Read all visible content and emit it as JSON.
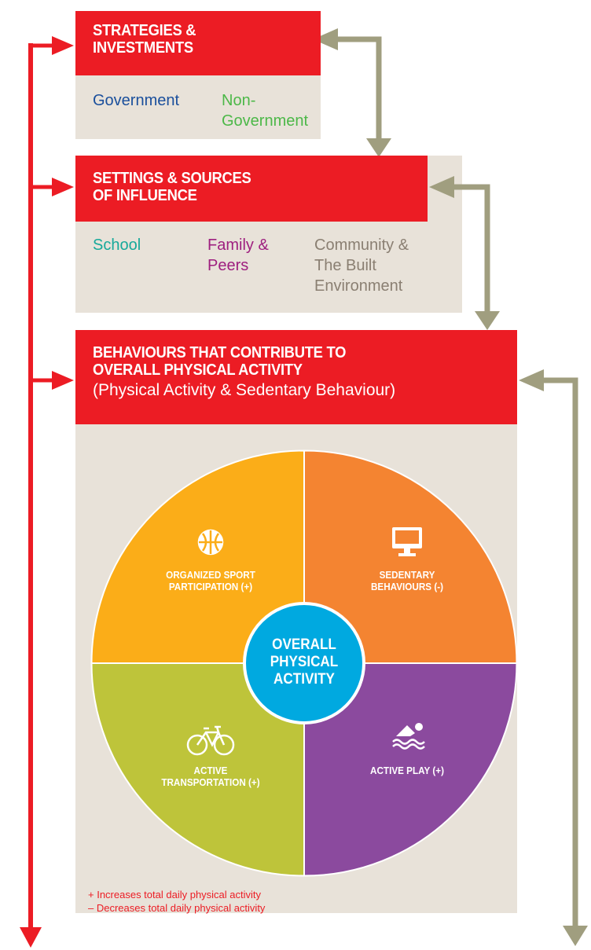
{
  "colors": {
    "red": "#ec1c24",
    "panel": "#e8e2d9",
    "grey_arrow": "#a09e7f",
    "government": "#1a4f9c",
    "non_government": "#4cb848",
    "school": "#16a99a",
    "family": "#9e1f7f",
    "community": "#8a7f72",
    "sport": "#fbad18",
    "sedentary": "#f48431",
    "transport": "#bec43a",
    "play": "#8b4a9e",
    "center": "#00a9e0"
  },
  "level1": {
    "title": "STRATEGIES &\nINVESTMENTS",
    "items": [
      {
        "label": "Government",
        "color_key": "government"
      },
      {
        "label": "Non-\nGovernment",
        "color_key": "non_government"
      }
    ]
  },
  "level2": {
    "title": "SETTINGS & SOURCES\nOF INFLUENCE",
    "items": [
      {
        "label": "School",
        "color_key": "school"
      },
      {
        "label": "Family &\nPeers",
        "color_key": "family"
      },
      {
        "label": "Community &\nThe Built\nEnvironment",
        "color_key": "community"
      }
    ]
  },
  "level3": {
    "title": "BEHAVIOURS THAT CONTRIBUTE TO\nOVERALL PHYSICAL ACTIVITY",
    "subtitle": "(Physical Activity & Sedentary Behaviour)"
  },
  "circle": {
    "center_label": "OVERALL\nPHYSICAL\nACTIVITY",
    "quadrants": [
      {
        "label": "ORGANIZED SPORT\nPARTICIPATION (+)",
        "icon": "basketball-icon",
        "color_key": "sport"
      },
      {
        "label": "SEDENTARY\nBEHAVIOURS (-)",
        "icon": "monitor-icon",
        "color_key": "sedentary"
      },
      {
        "label": "ACTIVE\nTRANSPORTATION (+)",
        "icon": "bicycle-icon",
        "color_key": "transport"
      },
      {
        "label": "ACTIVE PLAY (+)",
        "icon": "swimmer-icon",
        "color_key": "play"
      }
    ]
  },
  "legend": {
    "plus": "+ Increases total daily physical activity",
    "minus": "– Decreases total daily physical activity"
  }
}
